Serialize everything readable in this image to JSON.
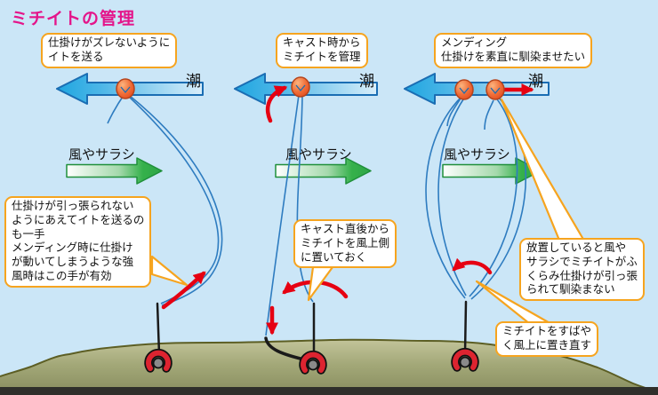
{
  "title": "ミチイトの管理",
  "labels": {
    "tide": "潮",
    "wind": "風やサラシ"
  },
  "callouts": {
    "p1_top": "仕掛けがズレないように\nイトを送る",
    "p1_left": "仕掛けが引っ張られない\nようにあえてイトを送るの\nも一手\nメンディング時に仕掛け\nが動いてしまうような強\n風時はこの手が有効",
    "p2_top": "キャスト時から\nミチイトを管理",
    "p2_mid": "キャスト直後から\nミチイトを風上側\nに置いておく",
    "p3_top": "メンディング\n仕掛けを素直に馴染ませたい",
    "p3_right": "放置していると風や\nサラシでミチイトがふ\nくらみ仕掛けが引っ張\nられて馴染まない",
    "p3_bottom": "ミチイトをすばや\nく風上に置き直す"
  },
  "colors": {
    "background": "#cbe6f7",
    "title_magenta": "#e4158a",
    "callout_border_orange": "#f6a41f",
    "tide_arrow_blue": "#29abe2",
    "wind_arrow_green": "#35b14b",
    "fishing_line_blue": "#2e7cc0",
    "motion_arrow_red": "#e60012",
    "float_orange": "#ed5a24",
    "ground_olive": "#9aa06e",
    "reel_red": "#dd2430"
  }
}
